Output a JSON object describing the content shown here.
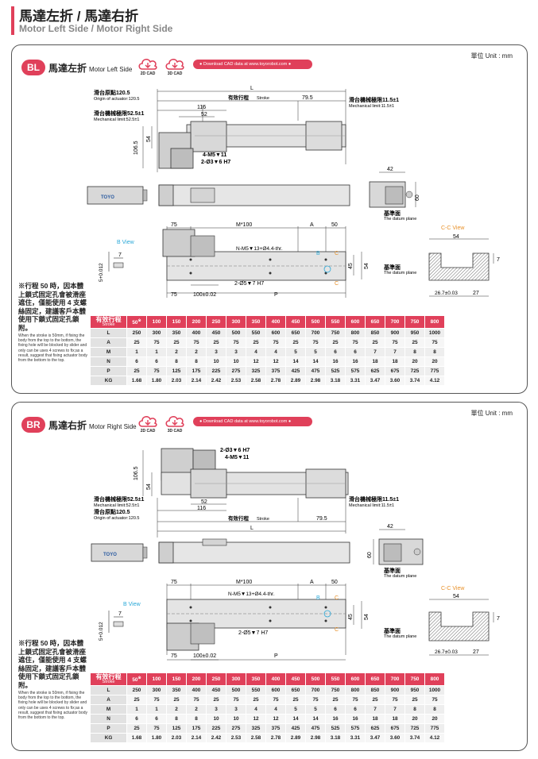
{
  "header": {
    "title": "馬達左折 / 馬達右折",
    "subtitle": "Motor Left Side / Motor Right Side"
  },
  "common": {
    "unit": "單位 Unit : mm",
    "cad_2d": "2D CAD",
    "cad_3d": "3D CAD",
    "download": "● Download CAD data at www.toyorobot.com ●",
    "b_view": "B View",
    "cc_view": "C-C View",
    "datum_zh": "基準面",
    "datum_en": "The datum plane",
    "stroke_zh": "有效行程",
    "stroke_en": "Stroke",
    "origin_zh": "滑台原點120.5",
    "origin_en": "Origin of actuator:120.5",
    "mech_left_zh": "滑台機械極限52.5±1",
    "mech_left_en": "Mechanical limit:52.5±1",
    "mech_right_zh": "滑台機械極限11.5±1",
    "mech_right_en": "Mechanical limit:11.5±1",
    "dims": {
      "L": "L",
      "d116": "116",
      "d52": "52",
      "d795": "79.5",
      "d1065": "106.5",
      "d54": "54",
      "m5x11": "4-M5▼11",
      "phi3": "2-Ø3▼6 H7",
      "d42": "42",
      "d60": "60",
      "d75": "75",
      "m100": "M*100",
      "A": "A",
      "d50": "50",
      "nm5": "N-M5▼13+Ø4.4-thr.",
      "d45": "45",
      "phi5": "2-Ø5▼7 H7",
      "d100": "100±0.02",
      "P": "P",
      "d5": "5+0.012",
      "d7": "7",
      "d267": "26.7±0.03",
      "d27": "27",
      "B": "B",
      "C": "C"
    },
    "note_zh": "※行程 50 時，因本體上鎖式固定孔會被滑座遮住，僅能使用 4 支螺絲固定，建議客戶本體使用下鎖式固定孔鎖附。",
    "note_en": "When the stroke is 50mm, if fixing the body from the top to the bottom, the fixing hole will be blocked by slider and only can be uses 4 screws to fix;as a result, suggest that fixing actuator body from the bottom to the top.",
    "logo": "TOYO"
  },
  "sections": {
    "bl": {
      "badge": "BL",
      "title": "馬達左折",
      "title_en": "Motor Left Side"
    },
    "br": {
      "badge": "BR",
      "title": "馬達右折",
      "title_en": "Motor Right Side"
    }
  },
  "table": {
    "head_zh": "有效行程",
    "head_en": "Stroke",
    "mark": "※",
    "strokes": [
      "50",
      "100",
      "150",
      "200",
      "250",
      "300",
      "350",
      "400",
      "450",
      "500",
      "550",
      "600",
      "650",
      "700",
      "750",
      "800"
    ],
    "rows": [
      {
        "label": "L",
        "values": [
          "250",
          "300",
          "350",
          "400",
          "450",
          "500",
          "550",
          "600",
          "650",
          "700",
          "750",
          "800",
          "850",
          "900",
          "950",
          "1000"
        ]
      },
      {
        "label": "A",
        "values": [
          "25",
          "75",
          "25",
          "75",
          "25",
          "75",
          "25",
          "75",
          "25",
          "75",
          "25",
          "75",
          "25",
          "75",
          "25",
          "75"
        ]
      },
      {
        "label": "M",
        "values": [
          "1",
          "1",
          "2",
          "2",
          "3",
          "3",
          "4",
          "4",
          "5",
          "5",
          "6",
          "6",
          "7",
          "7",
          "8",
          "8"
        ]
      },
      {
        "label": "N",
        "values": [
          "6",
          "6",
          "8",
          "8",
          "10",
          "10",
          "12",
          "12",
          "14",
          "14",
          "16",
          "16",
          "18",
          "18",
          "20",
          "20"
        ]
      },
      {
        "label": "P",
        "values": [
          "25",
          "75",
          "125",
          "175",
          "225",
          "275",
          "325",
          "375",
          "425",
          "475",
          "525",
          "575",
          "625",
          "675",
          "725",
          "775"
        ]
      },
      {
        "label": "KG",
        "values": [
          "1.68",
          "1.80",
          "2.03",
          "2.14",
          "2.42",
          "2.53",
          "2.58",
          "2.78",
          "2.89",
          "2.98",
          "3.18",
          "3.31",
          "3.47",
          "3.60",
          "3.74",
          "4.12"
        ]
      }
    ]
  }
}
